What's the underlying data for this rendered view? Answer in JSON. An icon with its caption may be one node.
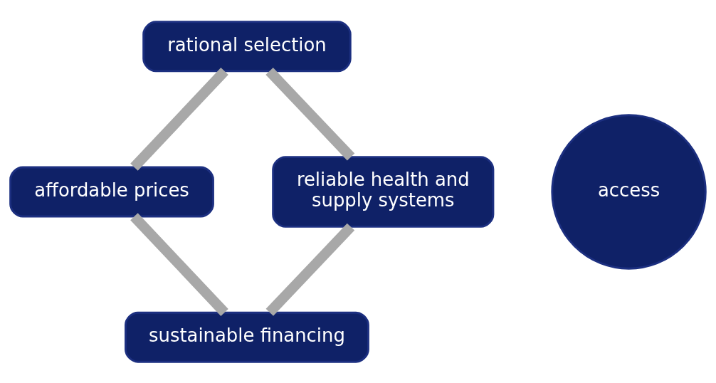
{
  "diagram": {
    "nodes": [
      {
        "text": [
          "rational selection"
        ]
      },
      {
        "text": [
          "reliable health and supply systems"
        ]
      },
      {
        "text": [
          "access"
        ]
      },
      {
        "text": [
          "affordable prices"
        ]
      },
      {
        "text": [
          "sustainable financing"
        ]
      }
    ],
    "edges": [
      {
        "from": 0,
        "to": 3,
        "arrow": "none"
      },
      {
        "from": 3,
        "to": 4,
        "arrow": "none"
      },
      {
        "from": 4,
        "to": 1,
        "arrow": "none"
      },
      {
        "from": 1,
        "to": 0,
        "arrow": "none"
      }
    ]
  }
}
